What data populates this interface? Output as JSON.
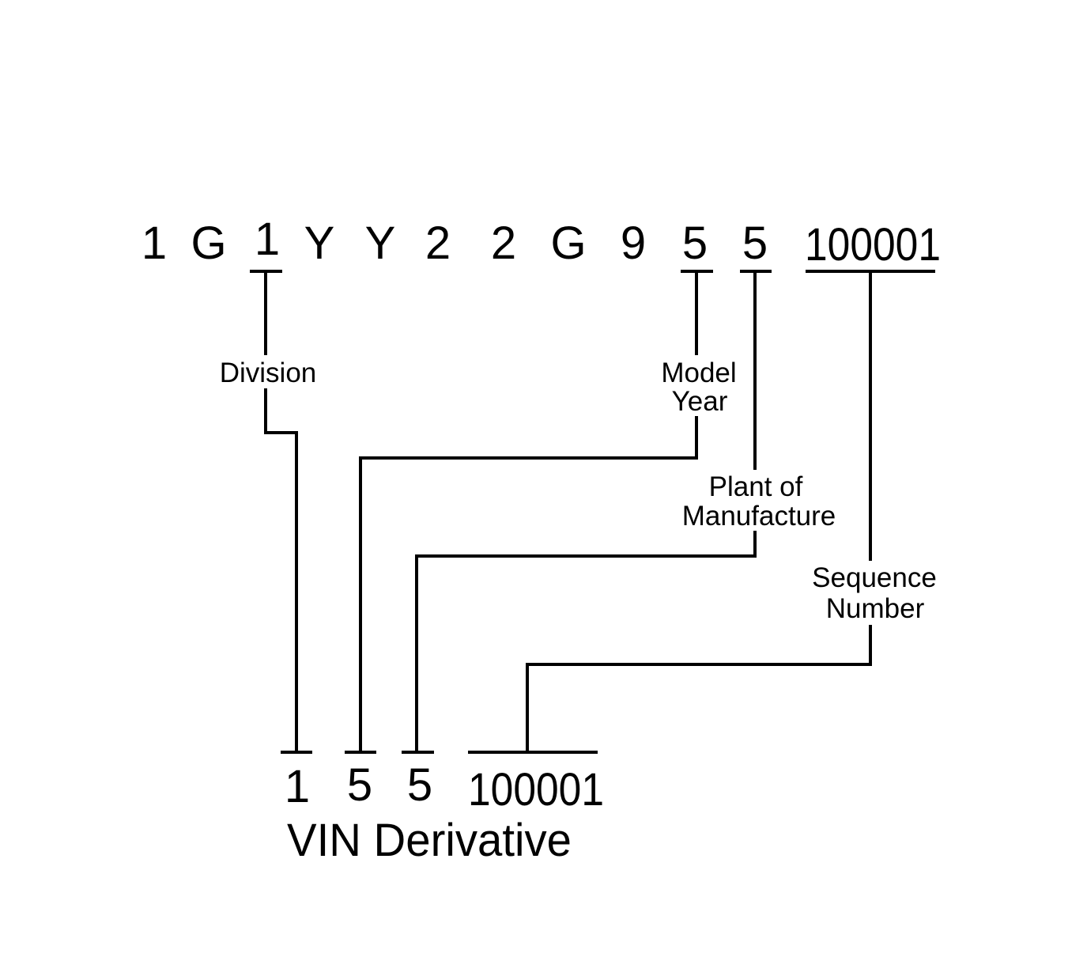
{
  "vin": {
    "characters": [
      "1",
      "G",
      "1",
      "Y",
      "Y",
      "2",
      "2",
      "G",
      "9",
      "5",
      "5"
    ],
    "sequence": "100001"
  },
  "labels": {
    "division": "Division",
    "model_year_line1": "Model",
    "model_year_line2": "Year",
    "plant_line1": "Plant of",
    "plant_line2": "Manufacture",
    "sequence_line1": "Sequence",
    "sequence_line2": "Number"
  },
  "derivative": {
    "division": "1",
    "model_year": "5",
    "plant": "5",
    "sequence": "100001",
    "title": "VIN Derivative"
  }
}
